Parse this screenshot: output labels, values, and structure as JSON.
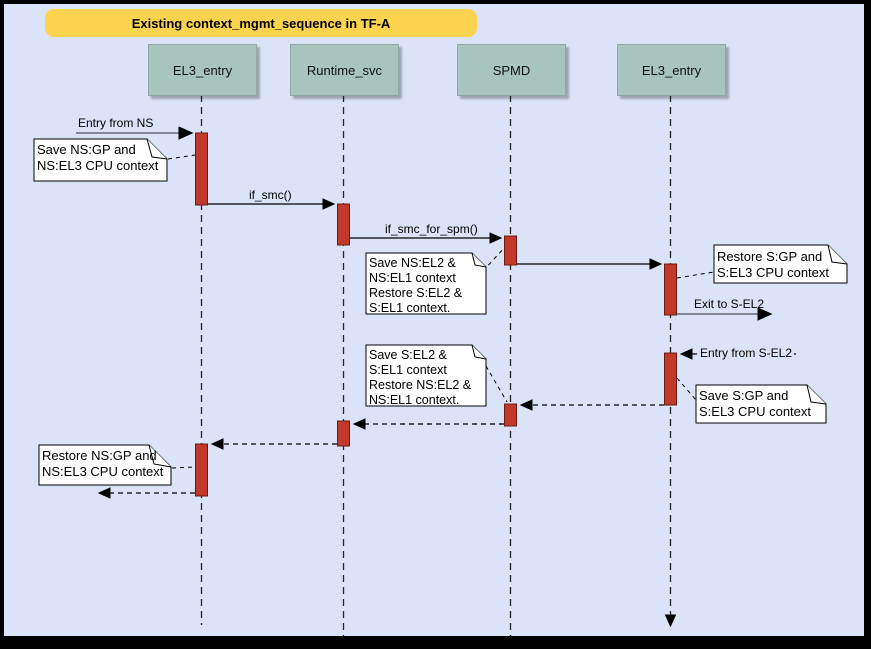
{
  "title": "Existing context_mgmt_sequence in TF-A",
  "lifelines": [
    {
      "label": "EL3_entry"
    },
    {
      "label": "Runtime_svc"
    },
    {
      "label": "SPMD"
    },
    {
      "label": "EL3_entry"
    }
  ],
  "messages": {
    "entry_from_ns": "Entry from NS",
    "if_smc": "if_smc()",
    "if_smc_for_spm": "if_smc_for_spm()",
    "exit_to_s_el2": "Exit to S-EL2",
    "entry_from_s_el2": "Entry from S-EL2"
  },
  "notes": {
    "save_ns_gp": "Save NS:GP and\nNS:EL3 CPU context",
    "spmd_entry": "Save NS:EL2 &\nNS:EL1 context\nRestore S:EL2 &\nS:EL1 context.",
    "restore_s_gp": "Restore S:GP and\nS:EL3 CPU context",
    "save_s_gp": "Save S:GP and\nS:EL3 CPU context",
    "spmd_exit": "Save S:EL2 &\nS:EL1 context\nRestore NS:EL2 &\nNS:EL1 context.",
    "restore_ns_gp": "Restore NS:GP and\nNS:EL3 CPU context"
  },
  "colors": {
    "background": "#dbe3f8",
    "frame": "#000000",
    "banner": "#fcd34f",
    "lifeline_box": "#a7c4bd",
    "activation_bar": "#c0392b",
    "activation_bar_border": "#6b1c10",
    "note_fill": "#ffffff",
    "external_message_line": "#5f6b76"
  }
}
